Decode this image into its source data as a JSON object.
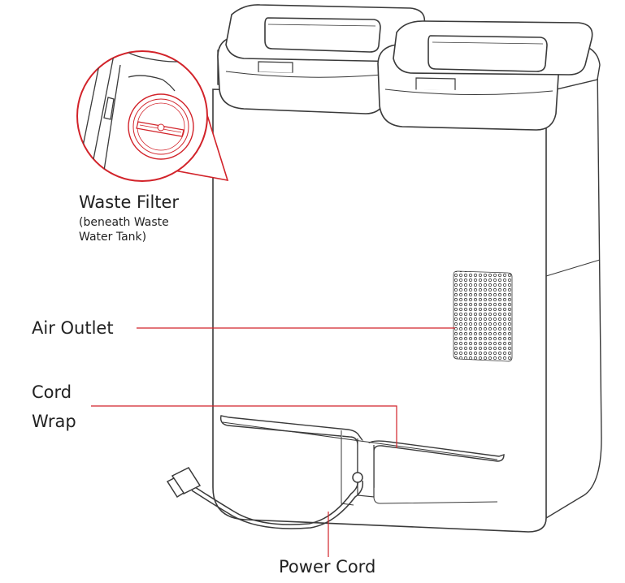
{
  "labels": {
    "waste_filter": "Waste Filter",
    "waste_filter_note_1": "(beneath Waste",
    "waste_filter_note_2": "Water Tank)",
    "air_outlet": "Air Outlet",
    "cord_wrap_1": "Cord",
    "cord_wrap_2": "Wrap",
    "power_cord": "Power Cord"
  },
  "colors": {
    "callout": "#d2232a",
    "outline": "#3a3a3a",
    "body": "#ffffff"
  }
}
